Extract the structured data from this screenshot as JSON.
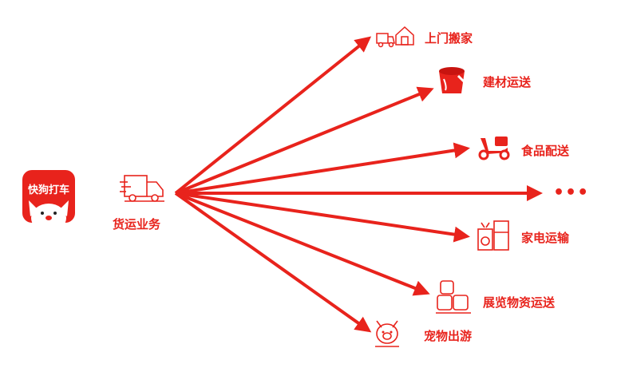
{
  "app": {
    "logo_text": "快狗打车"
  },
  "hub": {
    "label": "货运业务"
  },
  "services": [
    {
      "label": "上门搬家",
      "icon": "house-truck-icon"
    },
    {
      "label": "建材运送",
      "icon": "paint-bucket-icon"
    },
    {
      "label": "食品配送",
      "icon": "scooter-icon"
    },
    {
      "label": "•••",
      "icon": ""
    },
    {
      "label": "家电运输",
      "icon": "appliances-icon"
    },
    {
      "label": "展览物资运送",
      "icon": "stacked-crates-icon"
    },
    {
      "label": "宠物出游",
      "icon": "pet-face-icon"
    }
  ],
  "colors": {
    "accent": "#e8231c",
    "white": "#ffffff"
  }
}
